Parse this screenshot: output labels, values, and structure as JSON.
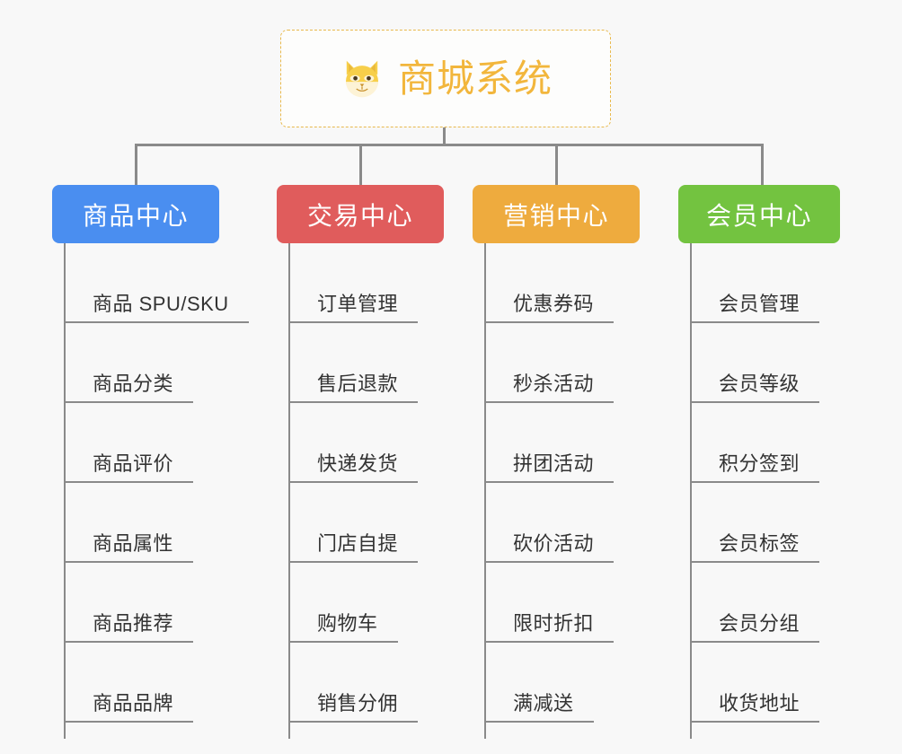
{
  "diagram": {
    "type": "mindmap",
    "background_color": "#f8f8f8",
    "root": {
      "title": "商城系统",
      "icon": "shiba-dog-face-emoji",
      "text_color": "#f2b63c",
      "border_color": "#e8b94d",
      "border_style": "dashed"
    },
    "connector_color": "#8a8a8a",
    "branches": [
      {
        "label": "商品中心",
        "color": "#4a8ef0",
        "items": [
          "商品 SPU/SKU",
          "商品分类",
          "商品评价",
          "商品属性",
          "商品推荐",
          "商品品牌"
        ]
      },
      {
        "label": "交易中心",
        "color": "#e05c5c",
        "items": [
          "订单管理",
          "售后退款",
          "快递发货",
          "门店自提",
          "购物车",
          "销售分佣"
        ]
      },
      {
        "label": "营销中心",
        "color": "#eeab3e",
        "items": [
          "优惠券码",
          "秒杀活动",
          "拼团活动",
          "砍价活动",
          "限时折扣",
          "满减送"
        ]
      },
      {
        "label": "会员中心",
        "color": "#73c340",
        "items": [
          "会员管理",
          "会员等级",
          "积分签到",
          "会员标签",
          "会员分组",
          "收货地址"
        ]
      }
    ]
  }
}
